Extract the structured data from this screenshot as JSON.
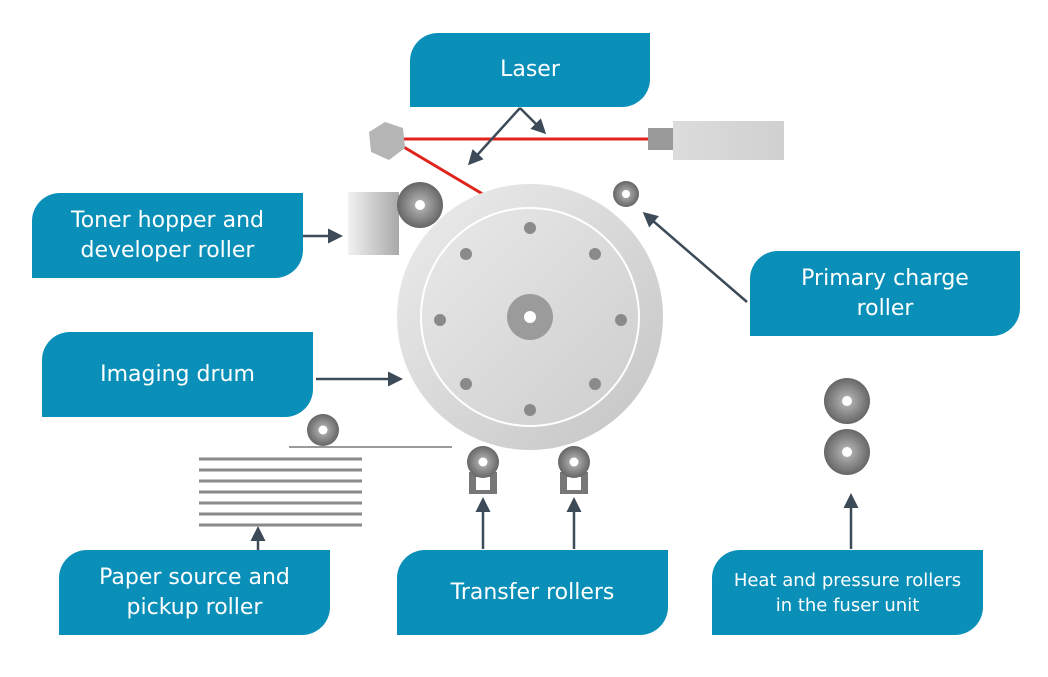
{
  "labels": {
    "laser": "Laser",
    "toner": "Toner hopper and\ndeveloper roller",
    "primary": "Primary charge\nroller",
    "drum": "Imaging drum",
    "paper": "Paper source and\npickup roller",
    "transfer": "Transfer rollers",
    "fuser": "Heat and pressure rollers\nin the fuser unit"
  },
  "colors": {
    "label_fill": "#0a8fb9",
    "label_text": "#ffffff",
    "arrow": "#3d4a57",
    "laser_beam": "#e0231c"
  }
}
